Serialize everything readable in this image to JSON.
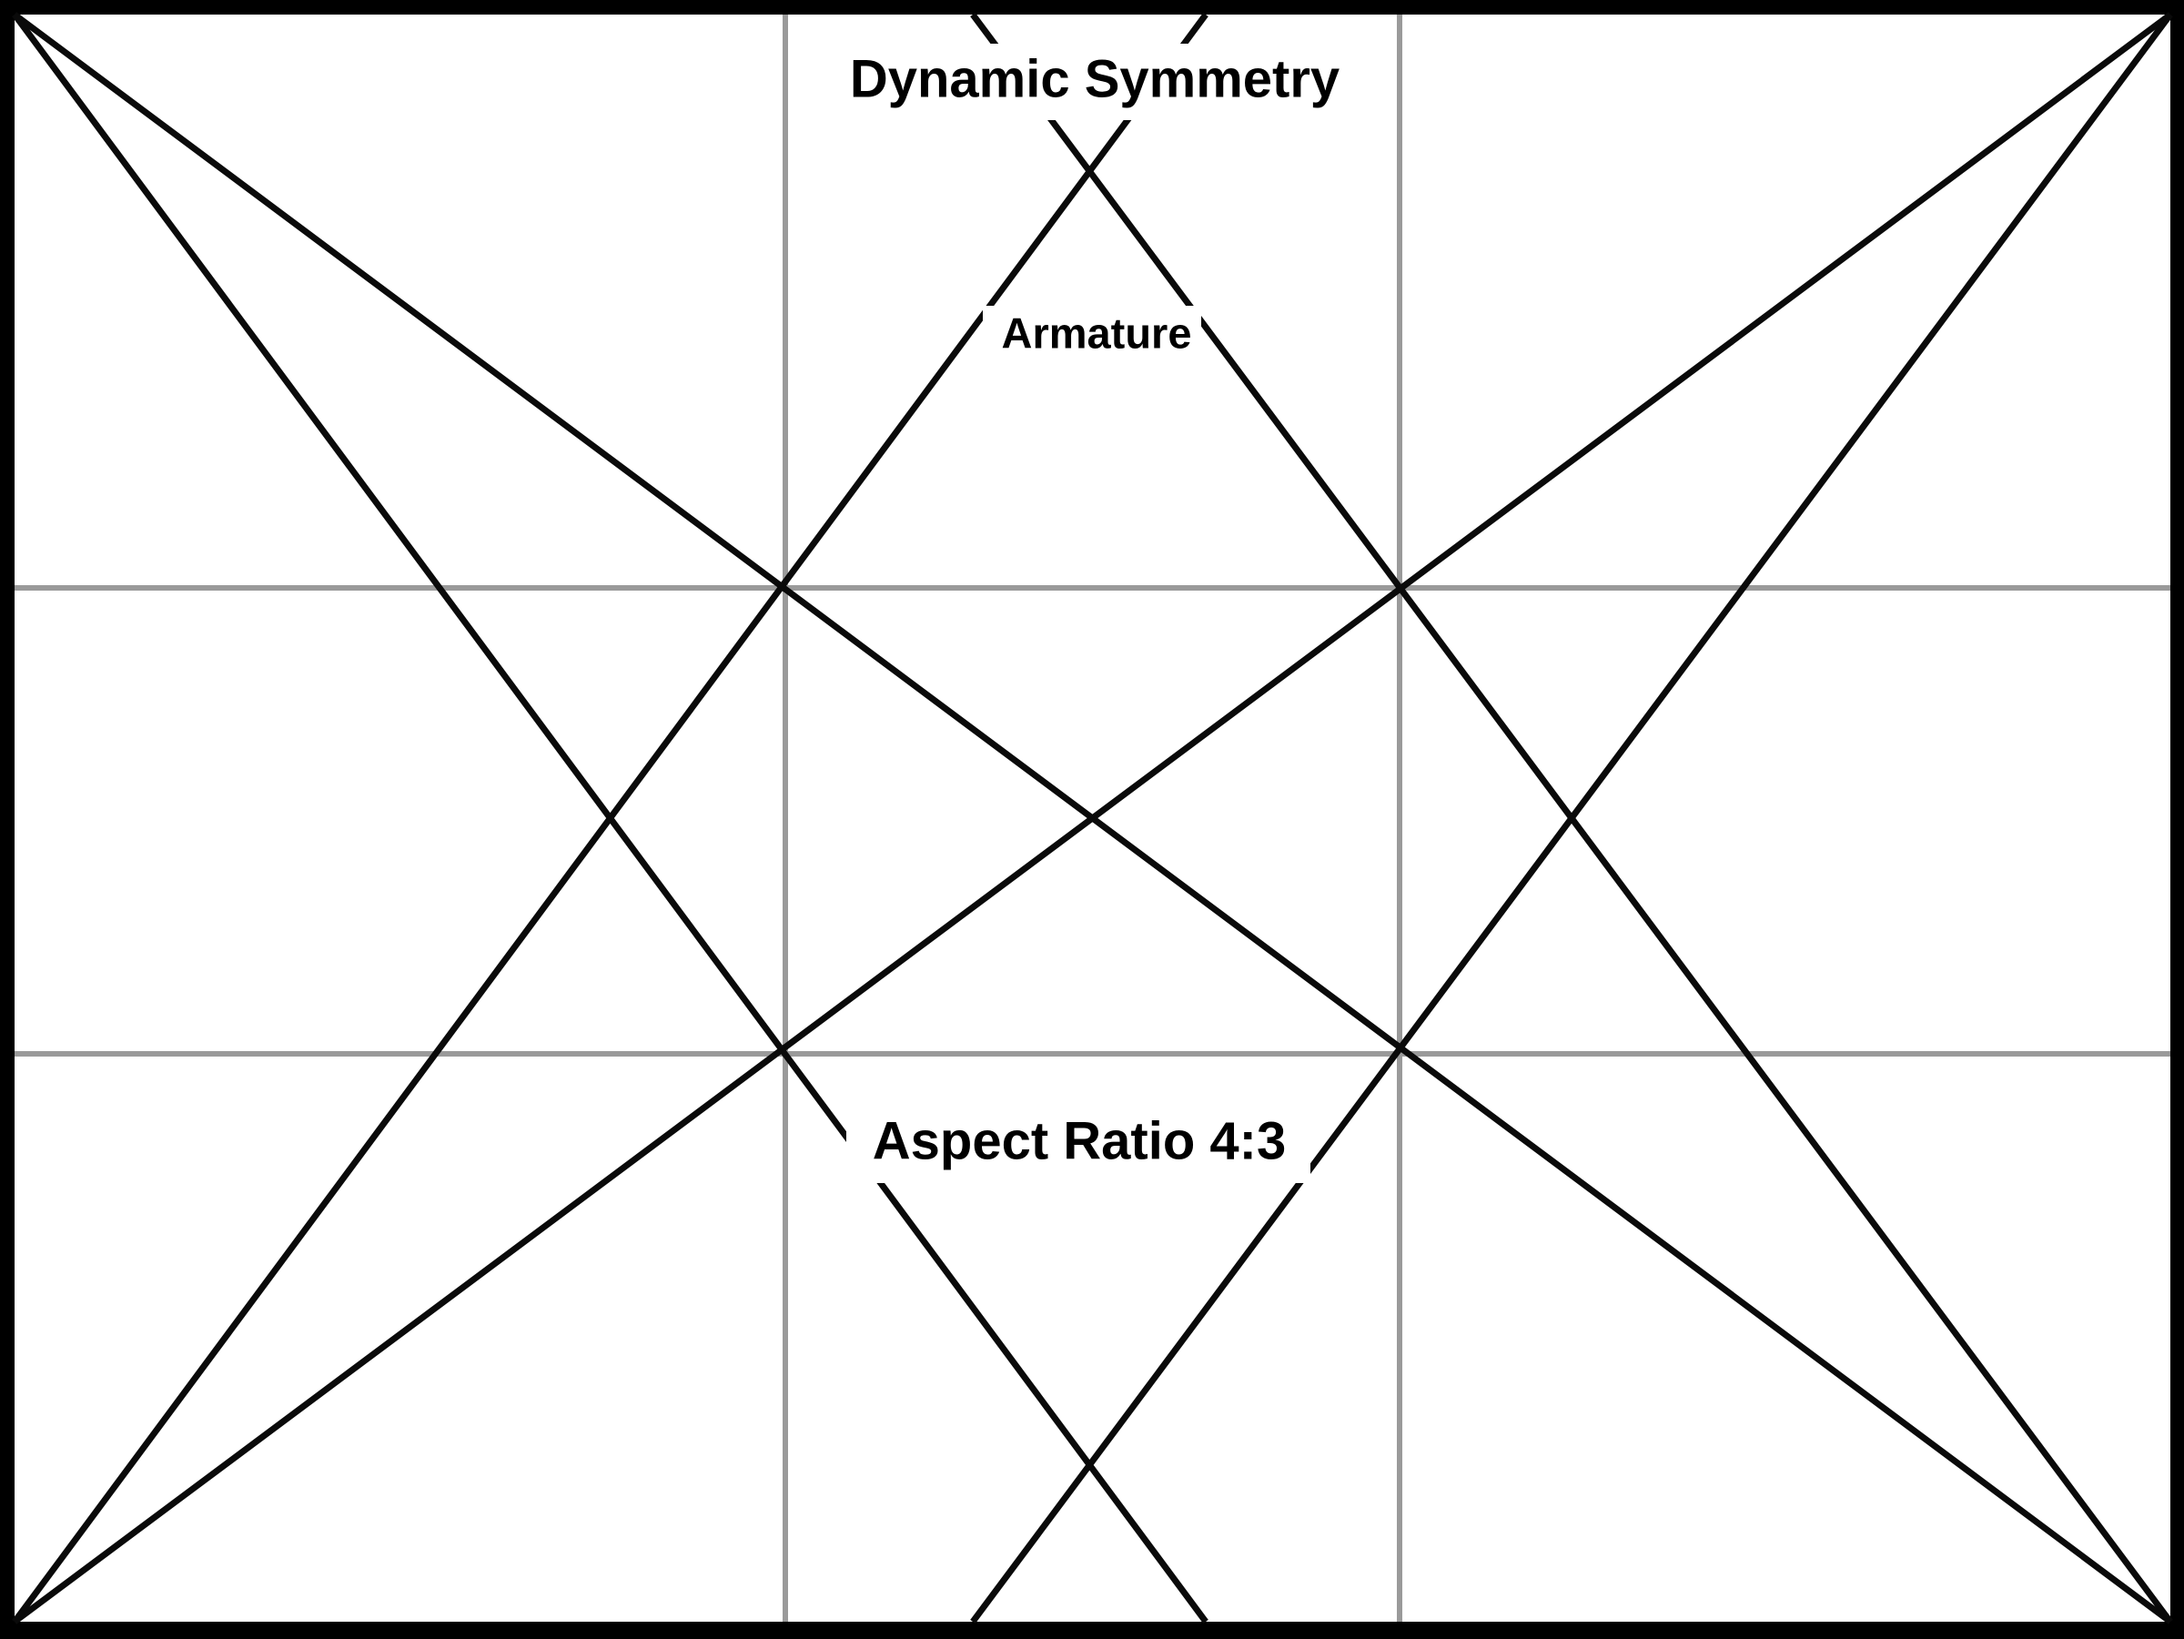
{
  "labels": {
    "title": "Dynamic Symmetry",
    "armature": "Armature",
    "aspect_ratio": "Aspect Ratio 4:3"
  },
  "colors": {
    "background": "#000000",
    "canvas": "#ffffff",
    "armature_lines": "#0a0a0a",
    "grid_lines": "#9a9a9a",
    "text": "#000000"
  }
}
